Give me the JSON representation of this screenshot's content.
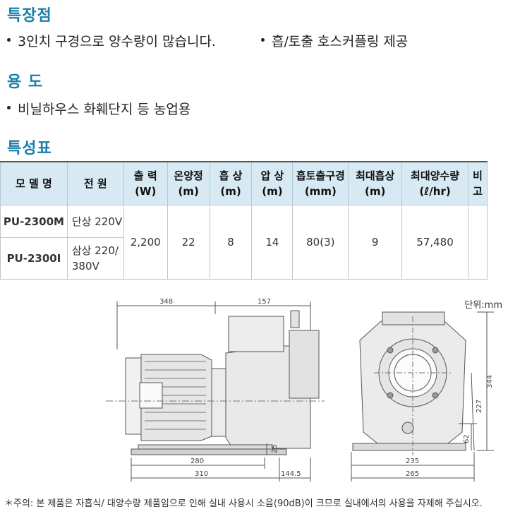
{
  "features": {
    "title": "특장점",
    "items": [
      "3인치 구경으로 양수량이 많습니다.",
      "흡/토출 호스커플링 제공"
    ]
  },
  "usage": {
    "title": "용 도",
    "items": [
      "비닐하우스 화훼단지 등 농업용"
    ]
  },
  "spec": {
    "title": "특성표",
    "headers": [
      {
        "l1": "모 델 명",
        "l2": ""
      },
      {
        "l1": "전  원",
        "l2": ""
      },
      {
        "l1": "출 력",
        "l2": "(W)"
      },
      {
        "l1": "온양정",
        "l2": "(m)"
      },
      {
        "l1": "흡 상",
        "l2": "(m)"
      },
      {
        "l1": "압 상",
        "l2": "(m)"
      },
      {
        "l1": "흡토출구경",
        "l2": "(mm)"
      },
      {
        "l1": "최대흡상",
        "l2": "(m)"
      },
      {
        "l1": "최대양수량",
        "l2": "(ℓ/hr)"
      },
      {
        "l1": "비고",
        "l2": ""
      }
    ],
    "rows": [
      {
        "model": "PU-2300M",
        "power": "단상 220V"
      },
      {
        "model": "PU-2300Ⅰ",
        "power_l1": "삼상 220/",
        "power_l2": "380V"
      }
    ],
    "shared": {
      "output": "2,200",
      "total_head": "22",
      "suction_head": "8",
      "discharge_head": "14",
      "port_size": "80(3)",
      "max_suction": "9",
      "max_flow": "57,480",
      "remark": ""
    }
  },
  "drawing": {
    "unit_label": "단위:mm",
    "dims": {
      "d348": "348",
      "d157": "157",
      "d280": "280",
      "d310": "310",
      "d144_5": "144.5",
      "d25": "25",
      "d344": "344",
      "d227": "227",
      "d62": "62",
      "d235": "235",
      "d265": "265"
    }
  },
  "note": "＊주의: 본 제품은 자흡식/ 대양수량 제품임으로 인해 실내 사용시 소음(90dB)이 크므로 실내에서의 사용을 자제해 주십시오."
}
